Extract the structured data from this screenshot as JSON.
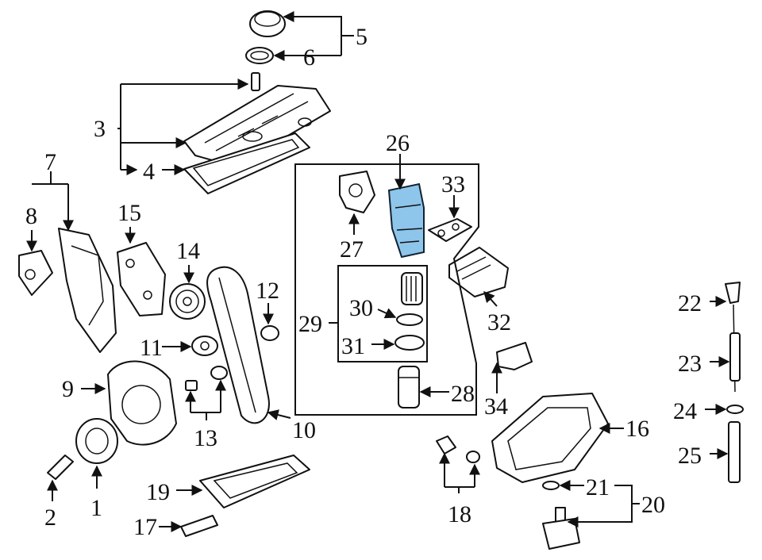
{
  "callouts": [
    "1",
    "2",
    "3",
    "4",
    "5",
    "6",
    "7",
    "8",
    "9",
    "10",
    "11",
    "12",
    "13",
    "14",
    "15",
    "16",
    "17",
    "18",
    "19",
    "20",
    "21",
    "22",
    "23",
    "24",
    "25",
    "26",
    "27",
    "28",
    "29",
    "30",
    "31",
    "32",
    "33",
    "34"
  ],
  "colors": {
    "line": "#111111",
    "highlight": "#8ec5ea",
    "background": "#ffffff"
  }
}
